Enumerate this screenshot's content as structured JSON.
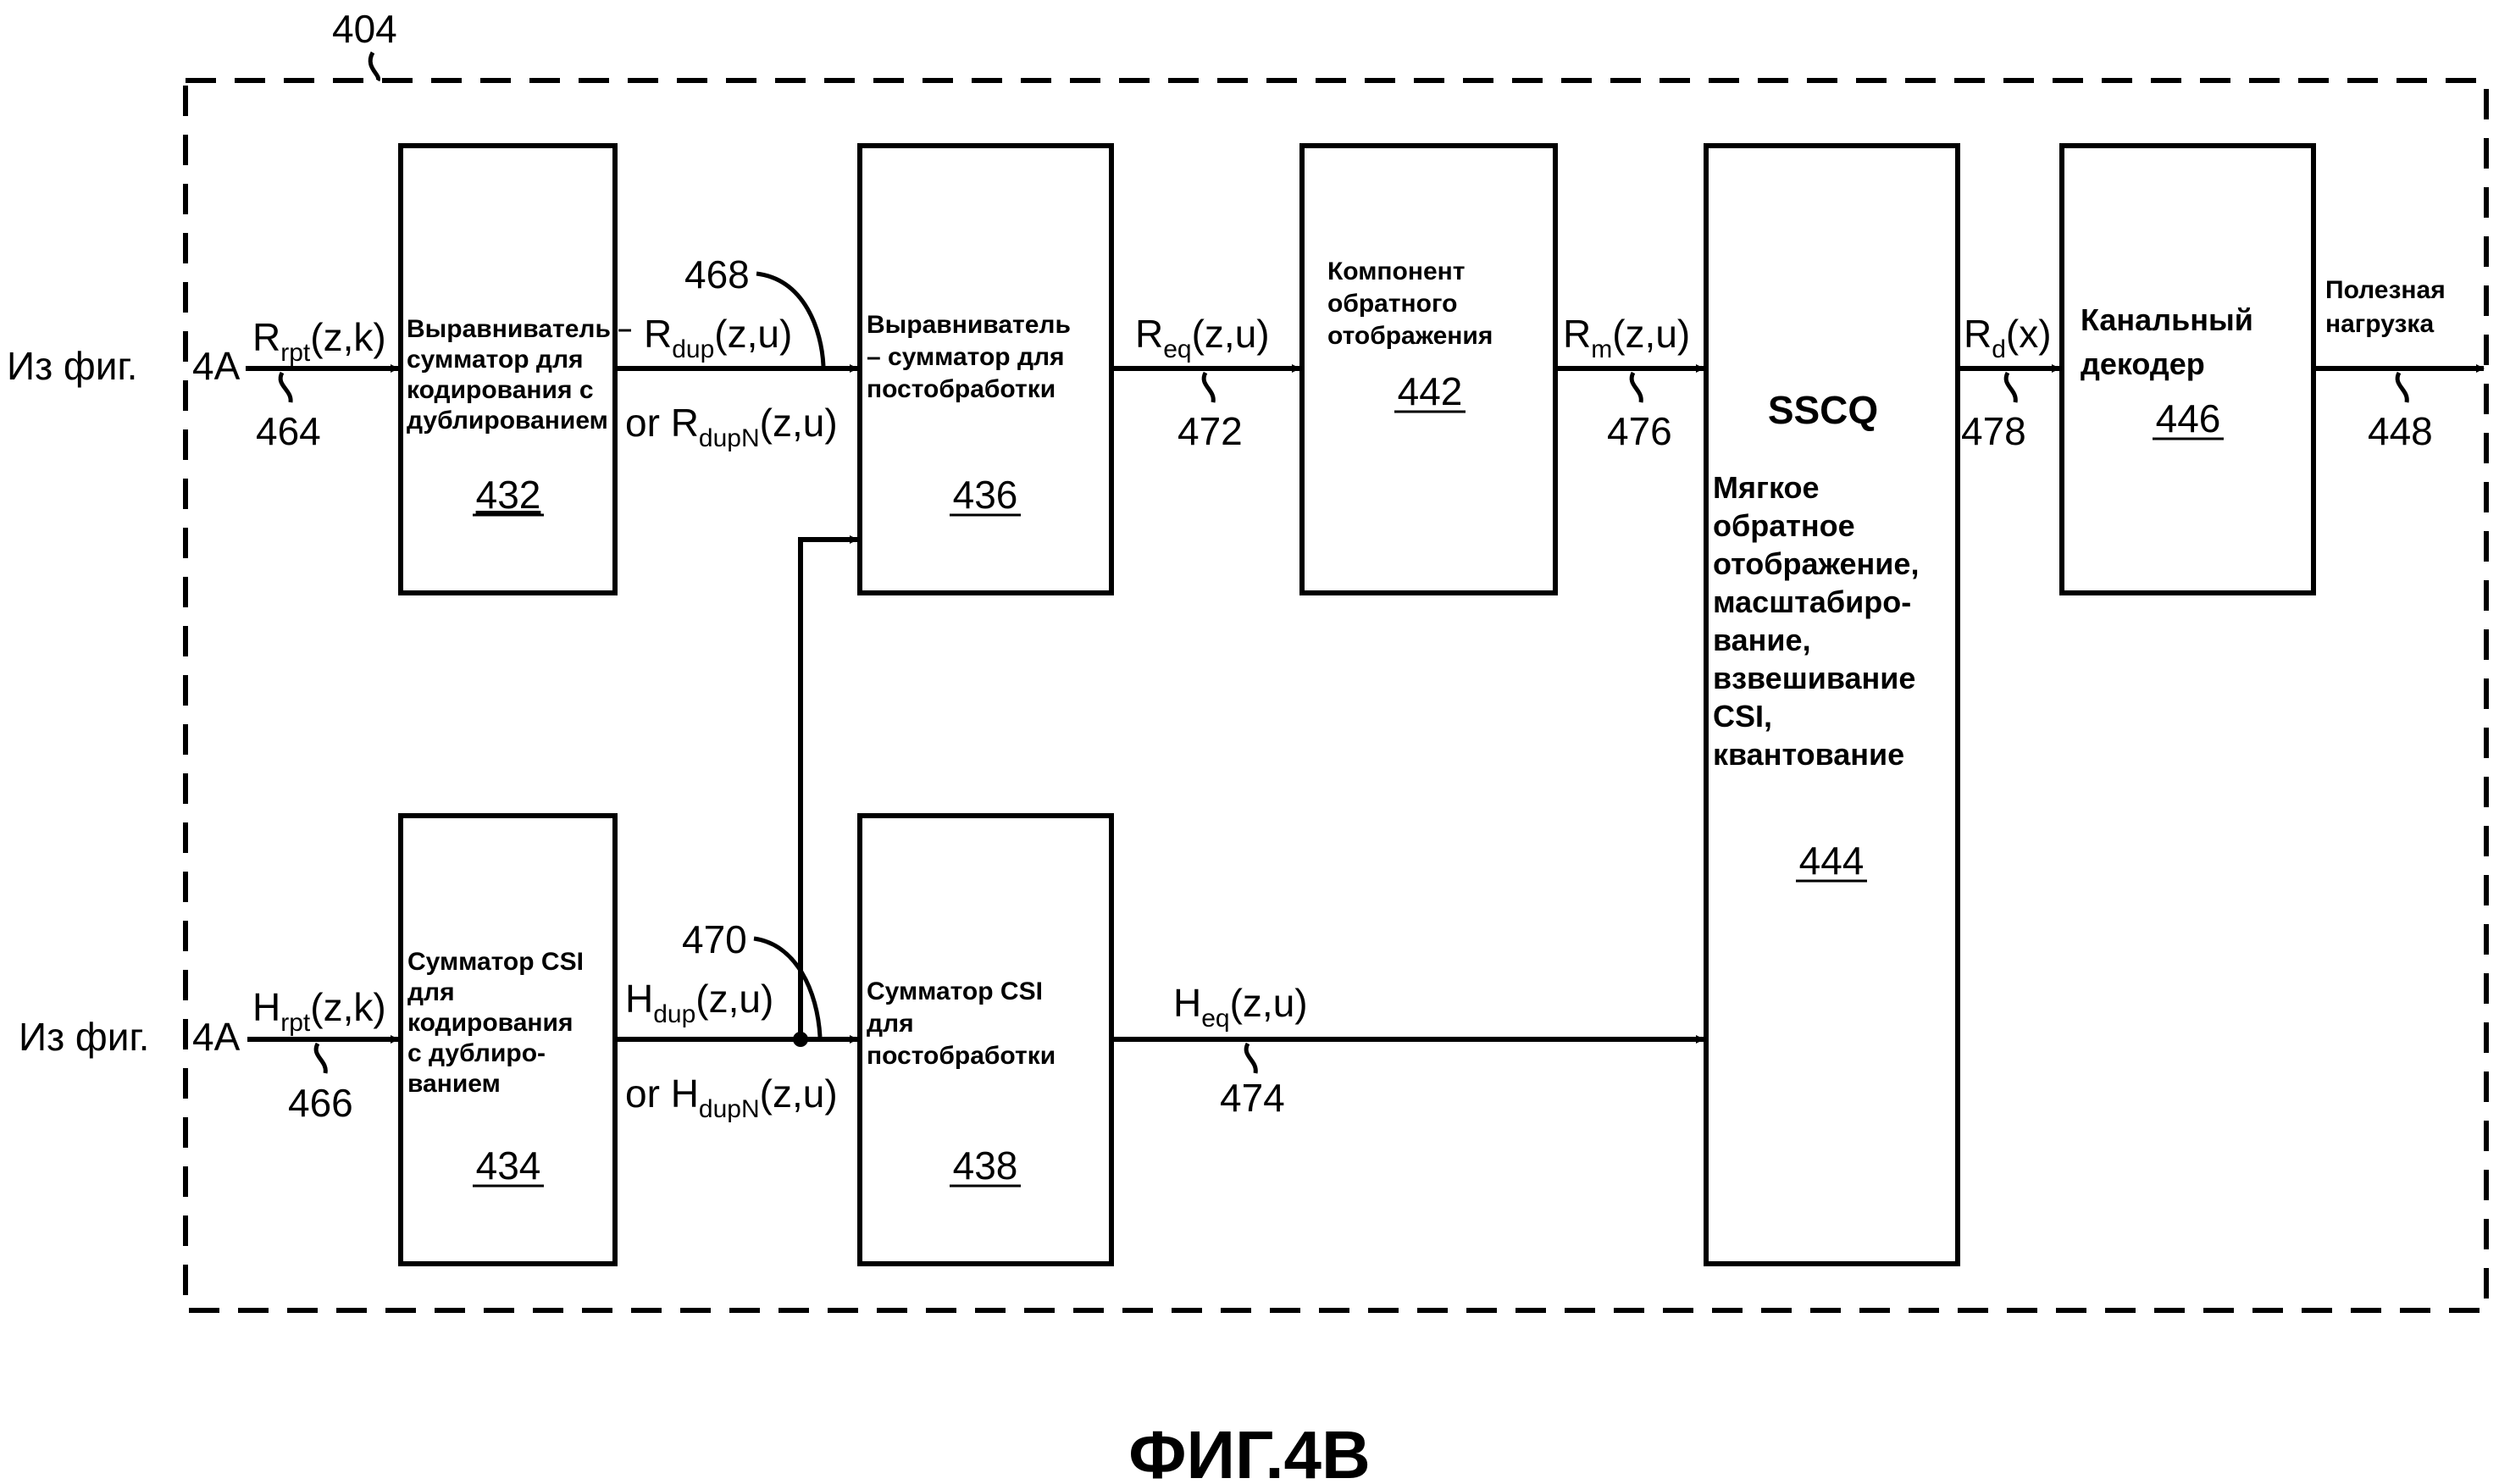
{
  "figure": {
    "caption": "ФИГ.4B",
    "container_ref": "404"
  },
  "inputs": {
    "top": {
      "prefix": "Из фиг.",
      "source": "4A",
      "signal_main": "R",
      "signal_sub": "rpt",
      "signal_args": "(z,k)",
      "ref": "464"
    },
    "bottom": {
      "prefix": "Из фиг.",
      "source": "4A",
      "signal_main": "H",
      "signal_sub": "rpt",
      "signal_args": "(z,k)",
      "ref": "466"
    }
  },
  "blocks": {
    "b432": {
      "lines": [
        "Выравниватель –",
        "сумматор для",
        "кодирования с",
        "дублированием"
      ],
      "ref": "432"
    },
    "b436": {
      "lines": [
        "Выравниватель",
        "– сумматор для",
        "постобработки"
      ],
      "ref": "436"
    },
    "b442": {
      "lines": [
        "Компонент",
        "обратного",
        "отображения"
      ],
      "ref": "442"
    },
    "b444": {
      "title": "SSCQ",
      "lines": [
        "Мягкое",
        "обратное",
        "отображение,",
        "масштабиро-",
        "вание,",
        "взвешивание",
        "CSI,",
        "квантование"
      ],
      "ref": "444"
    },
    "b446": {
      "lines": [
        "Канальный",
        "декодер"
      ],
      "ref": "446"
    },
    "b434": {
      "lines": [
        "Сумматор CSI",
        "для",
        "кодирования",
        "с дублиро-",
        "ванием"
      ],
      "ref": "434"
    },
    "b438": {
      "lines": [
        "Сумматор CSI",
        "для",
        "постобработки"
      ],
      "ref": "438"
    }
  },
  "signals": {
    "rdup": {
      "main": "R",
      "sub": "dup",
      "args": "(z,u)",
      "alt_prefix": "or ",
      "alt_main": "R",
      "alt_sub": "dupN",
      "alt_args": "(z,u)",
      "ref": "468"
    },
    "hdup": {
      "main": "H",
      "sub": "dup",
      "args": "(z,u)",
      "alt_prefix": "or ",
      "alt_main": "H",
      "alt_sub": "dupN",
      "alt_args": "(z,u)",
      "ref": "470"
    },
    "req": {
      "main": "R",
      "sub": "eq",
      "args": "(z,u)",
      "ref": "472"
    },
    "heq": {
      "main": "H",
      "sub": "eq",
      "args": "(z,u)",
      "ref": "474"
    },
    "rm": {
      "main": "R",
      "sub": "m",
      "args": "(z,u)",
      "ref": "476"
    },
    "rd": {
      "main": "R",
      "sub": "d",
      "args": "(x)",
      "ref": "478"
    },
    "payload": {
      "lines": [
        "Полезная",
        "нагрузка"
      ],
      "ref": "448"
    }
  }
}
